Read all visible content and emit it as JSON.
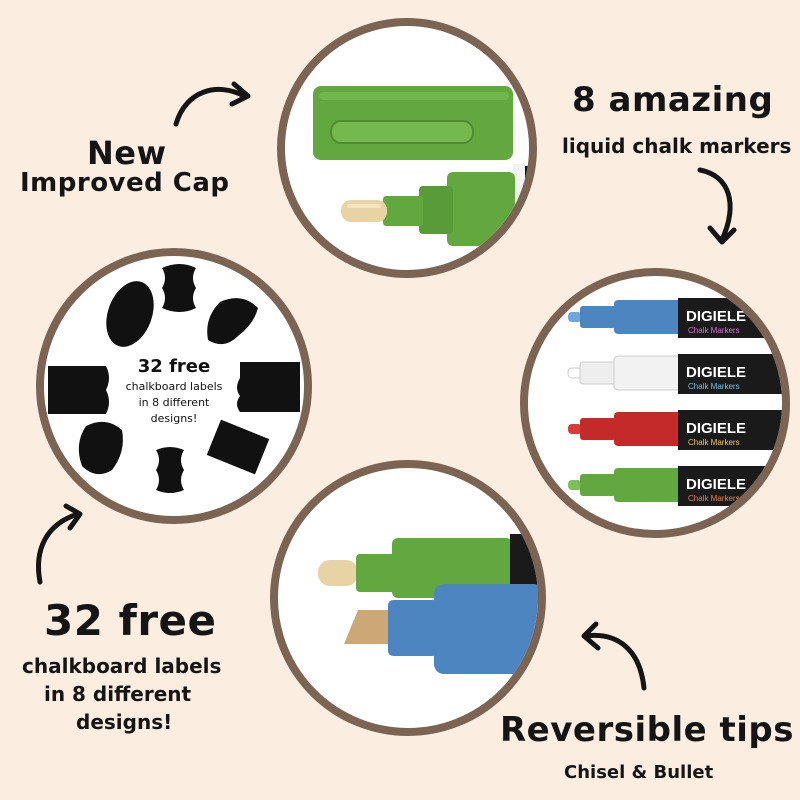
{
  "cap_feature": {
    "headline": "New",
    "subheadline": "Improved Cap"
  },
  "markers_feature": {
    "headline": "8 amazing",
    "subheadline": "liquid chalk markers"
  },
  "labels_feature": {
    "headline": "32 free",
    "line1": "chalkboard labels",
    "line2": "in 8 different",
    "line3": "designs!"
  },
  "tips_feature": {
    "headline": "Reversible tips",
    "subheadline": "Chisel & Bullet"
  },
  "labels_circle": {
    "headline": "32 free",
    "line1": "chalkboard labels",
    "line2": "in 8 different",
    "line3": "designs!"
  },
  "marker_brand": {
    "name": "DIGIELE",
    "tagline": "Chalk Markers"
  },
  "colors": {
    "background": "#fbeee1",
    "circle_border": "#7b6453",
    "green": "#63a83f",
    "blue": "#4d85c0",
    "white_marker": "#f2f2f2",
    "red": "#c42a2a",
    "marker_body": "#1a1a1a",
    "tip": "#e8d3a4",
    "label_black": "#111111"
  },
  "icons": [
    "curved-arrow-icon"
  ]
}
